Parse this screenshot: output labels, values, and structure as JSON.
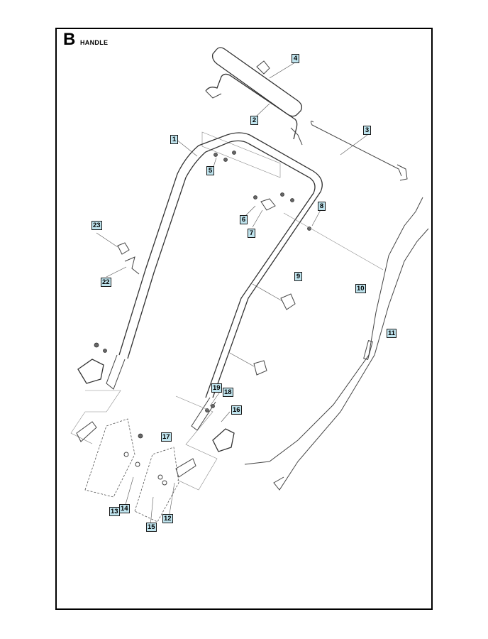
{
  "section": {
    "letter": "B",
    "title": "HANDLE"
  },
  "callouts": [
    {
      "id": "c1",
      "label": "1"
    },
    {
      "id": "c2",
      "label": "2"
    },
    {
      "id": "c3",
      "label": "3"
    },
    {
      "id": "c4",
      "label": "4"
    },
    {
      "id": "c5",
      "label": "5"
    },
    {
      "id": "c6",
      "label": "6"
    },
    {
      "id": "c7",
      "label": "7"
    },
    {
      "id": "c8",
      "label": "8"
    },
    {
      "id": "c9",
      "label": "9"
    },
    {
      "id": "c10",
      "label": "10"
    },
    {
      "id": "c11",
      "label": "11"
    },
    {
      "id": "c12",
      "label": "12"
    },
    {
      "id": "c13",
      "label": "13"
    },
    {
      "id": "c14",
      "label": "14"
    },
    {
      "id": "c15",
      "label": "15"
    },
    {
      "id": "c16",
      "label": "16"
    },
    {
      "id": "c17",
      "label": "17"
    },
    {
      "id": "c18",
      "label": "18"
    },
    {
      "id": "c19",
      "label": "19"
    },
    {
      "id": "c22",
      "label": "22"
    },
    {
      "id": "c23",
      "label": "23"
    }
  ],
  "colors": {
    "callout_fill": "#bfe4ee",
    "frame": "#000000",
    "line": "#444444"
  }
}
